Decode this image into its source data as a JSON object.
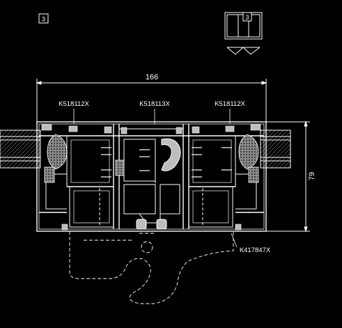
{
  "drawing": {
    "detail_number": "3",
    "dimension_width": "166",
    "dimension_height": "79",
    "profile_left": "K518112X",
    "profile_center": "K518113X",
    "profile_right": "K518112X",
    "profile_handle": "K417847X"
  },
  "colors": {
    "background": "#000000",
    "line": "#ffffff",
    "fill_light": "#bdbdbd",
    "fill_gasket": "#8a8a8a"
  }
}
